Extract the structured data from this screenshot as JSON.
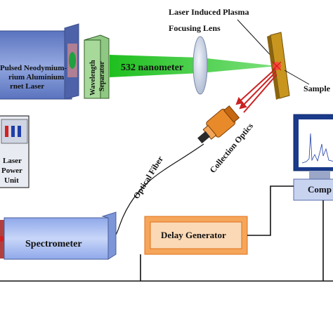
{
  "labels": {
    "laser_plasma": "Laser Induced Plasma",
    "focusing_lens": "Focusing Lens",
    "laser_line1": "Pulsed Neodymium-",
    "laser_line2": "rium Aluminium",
    "laser_line3": "rnet Laser",
    "separator_line1": "Wavelength",
    "separator_line2": "Separator",
    "beam": "532 nanometer",
    "sample": "Sample",
    "collection_optics": "Collection Optics",
    "optical_fiber": "Optical Fiber",
    "power_line1": "Laser",
    "power_line2": "Power",
    "power_line3": "Unit",
    "spectrometer": "Spectrometer",
    "delay_generator": "Delay Generator",
    "computer": "Comp"
  },
  "colors": {
    "laser_body": "#6f86c8",
    "separator": "#9bd08e",
    "beam": "#32c832",
    "reflection": "#cc2222",
    "sample_plate": "#b8860b",
    "optics": "#e07b1f",
    "delay_box": "#f6c99a",
    "delay_border": "#e06010",
    "spectrometer": "#a9bff0"
  }
}
